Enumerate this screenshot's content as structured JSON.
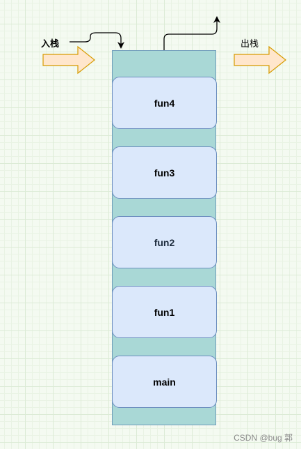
{
  "labels": {
    "push": "入栈",
    "pop": "出栈"
  },
  "frames": [
    "fun4",
    "fun3",
    "fun2",
    "fun1",
    "main"
  ],
  "watermark": "CSDN @bug 郭",
  "colors": {
    "stack_fill": "#a9d8d6",
    "frame_fill": "#dbe8fb",
    "frame_border": "#6c8ebf",
    "arrow_fill": "#ffe6cc",
    "arrow_border": "#d79b00"
  }
}
